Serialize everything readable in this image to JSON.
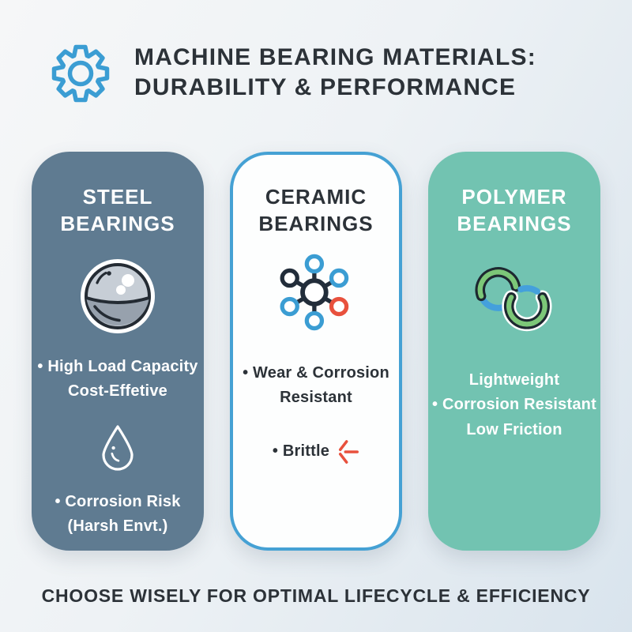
{
  "header": {
    "icon": "gear-icon",
    "title_line1": "MACHINE BEARING MATERIALS:",
    "title_line2": "DURABILITY & PERFORMANCE"
  },
  "cards": {
    "steel": {
      "title_line1": "STEEL",
      "title_line2": "BEARINGS",
      "icon": "ball-bearing-icon",
      "features_top": {
        "line1": "• High Load Capacity",
        "line2": "Cost-Effetive"
      },
      "divider_icon": "droplet-icon",
      "features_bottom": {
        "line1": "• Corrosion Risk",
        "line2": "(Harsh Envt.)"
      }
    },
    "ceramic": {
      "title_line1": "CERAMIC",
      "title_line2": "BEARINGS",
      "icon": "molecule-icon",
      "features_top": {
        "line1": "• Wear & Corrosion",
        "line2": "Resistant"
      },
      "features_bottom": {
        "line1": "• Brittle"
      },
      "brittle_icon": "crack-icon"
    },
    "polymer": {
      "title_line1": "POLYMER",
      "title_line2": "BEARINGS",
      "icon": "interlocking-rings-icon",
      "features_top": {
        "line1": "Lightweight",
        "line2": "• Corrosion Resistant",
        "line3": "Low Friction"
      }
    }
  },
  "footer": {
    "text": "CHOOSE WISELY FOR OPTIMAL LIFECYCLE & EFFICIENCY"
  },
  "colors": {
    "steel_card_bg": "#5f7b91",
    "ceramic_card_border": "#45a1d4",
    "polymer_card_bg": "#72c3b1",
    "heading_text": "#2c3238",
    "accent_blue": "#3b9dd3",
    "accent_red": "#e8513d",
    "accent_green": "#7cc778",
    "icon_dark": "#222d3a",
    "background_top": "#f6f7f8",
    "background_bottom": "#d9e4ed"
  }
}
